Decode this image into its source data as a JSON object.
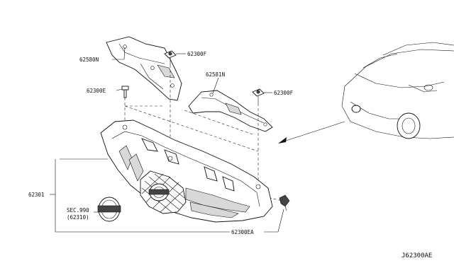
{
  "diagram": {
    "reference_code": "J62300AE",
    "callouts": {
      "bracket_upper_left": "62580N",
      "clip_upper": "62300F",
      "bracket_right": "62581N",
      "bolt_left": "62300E",
      "clip_right": "62300F",
      "grille_assembly": "62301",
      "emblem_ref": "SEC.990",
      "emblem_sub": "(62310)",
      "clip_bottom": "62300EA"
    }
  }
}
